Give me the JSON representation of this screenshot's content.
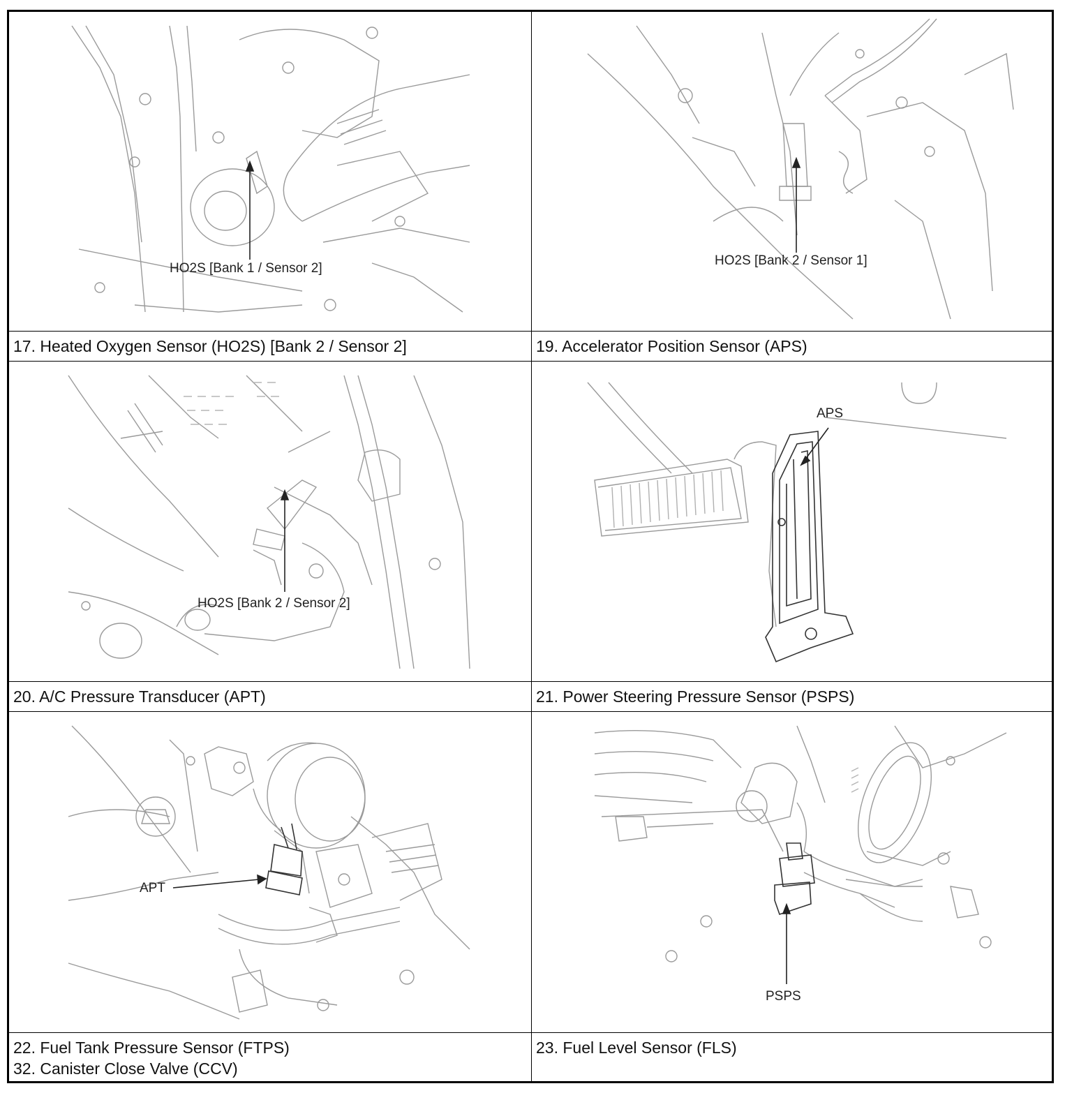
{
  "panels": [
    {
      "figure_label": "HO2S [Bank 1 / Sensor 2]",
      "caption": "17. Heated Oxygen Sensor (HO2S) [Bank 2 / Sensor 2]"
    },
    {
      "figure_label": "HO2S [Bank 2 / Sensor 1]",
      "caption": "19. Accelerator Position Sensor (APS)"
    },
    {
      "figure_label": "HO2S [Bank 2 / Sensor 2]",
      "caption": "20. A/C Pressure Transducer (APT)"
    },
    {
      "figure_label": "APS",
      "caption": "21. Power Steering Pressure Sensor (PSPS)"
    },
    {
      "figure_label": "APT",
      "caption_lines": [
        "22. Fuel Tank Pressure Sensor (FTPS)",
        "32. Canister Close Valve (CCV)"
      ]
    },
    {
      "figure_label": "PSPS",
      "caption": "23. Fuel Level Sensor (FLS)"
    }
  ],
  "colors": {
    "line": "#9a9a9a",
    "dark": "#222222",
    "border": "#000000"
  }
}
